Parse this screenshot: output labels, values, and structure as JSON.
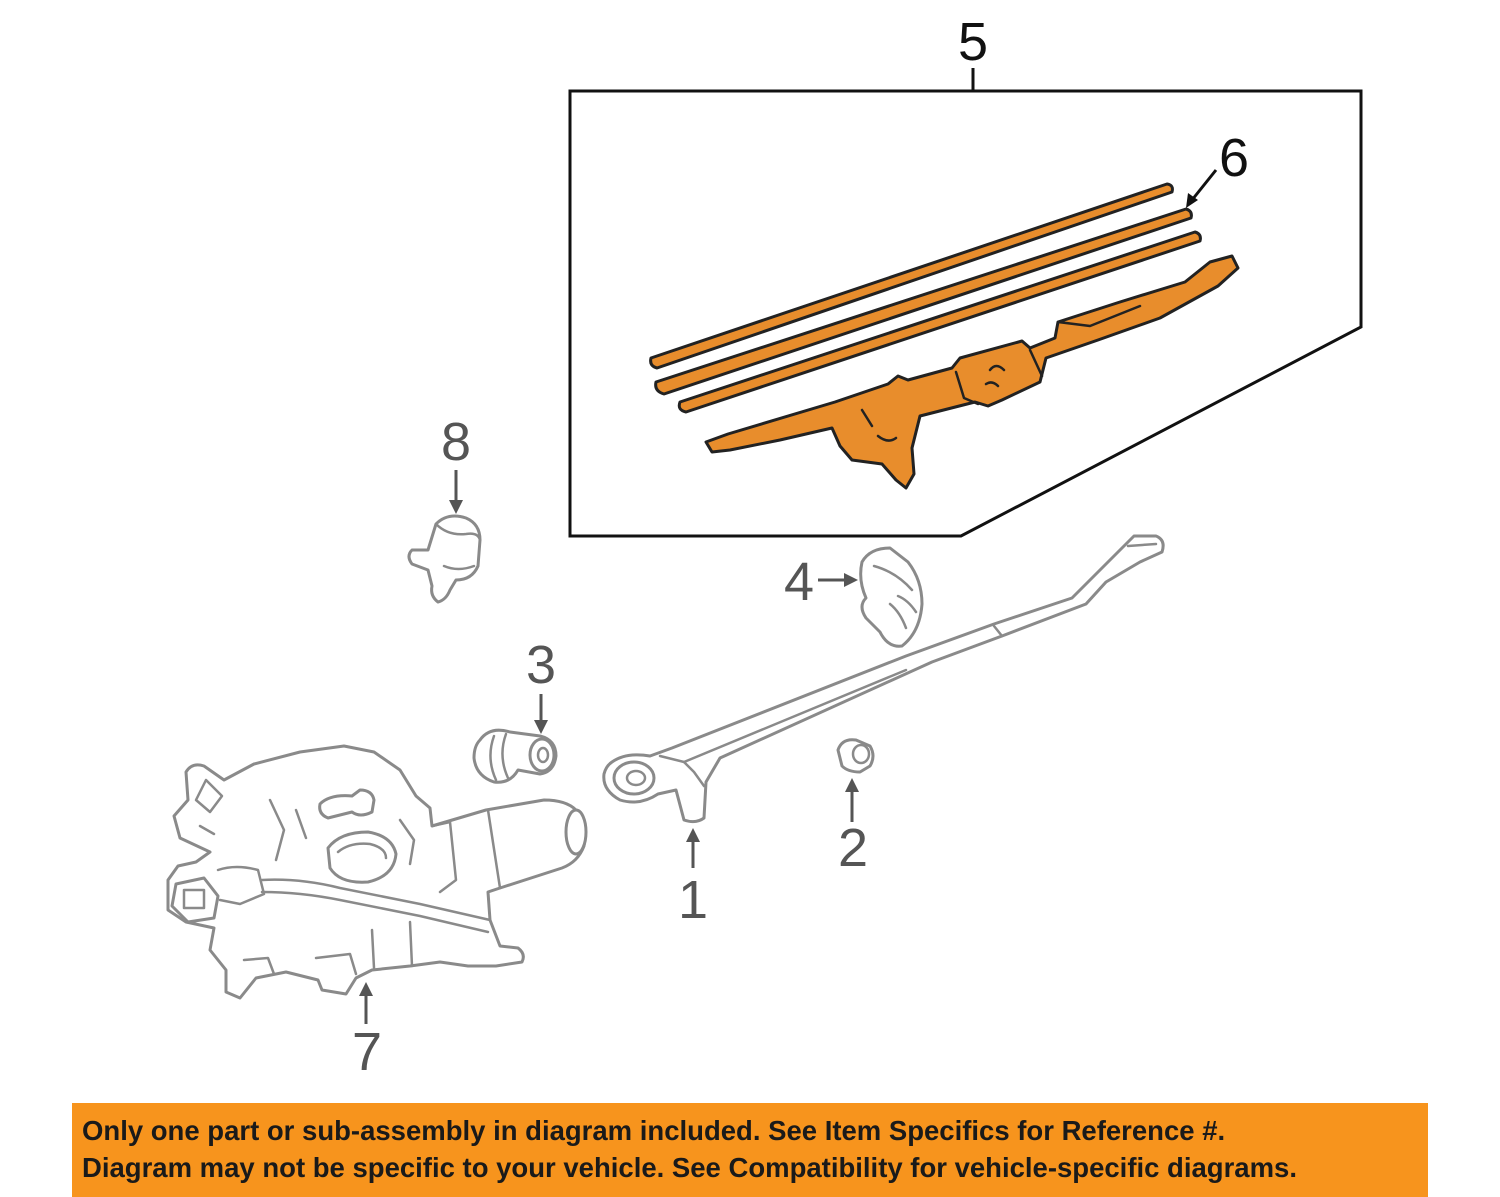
{
  "callouts": {
    "c1": "1",
    "c2": "2",
    "c3": "3",
    "c4": "4",
    "c5": "5",
    "c6": "6",
    "c7": "7",
    "c8": "8"
  },
  "disclaimer": {
    "line1": "Only one part or sub-assembly in diagram included. See Item Specifics for Reference #.",
    "line2": "Diagram may not be specific to your vehicle. See Compatibility for vehicle-specific diagrams."
  },
  "colors": {
    "highlight_part": "#e88d2c",
    "banner": "#f7941d",
    "outline_gray": "#8a8a8a"
  }
}
